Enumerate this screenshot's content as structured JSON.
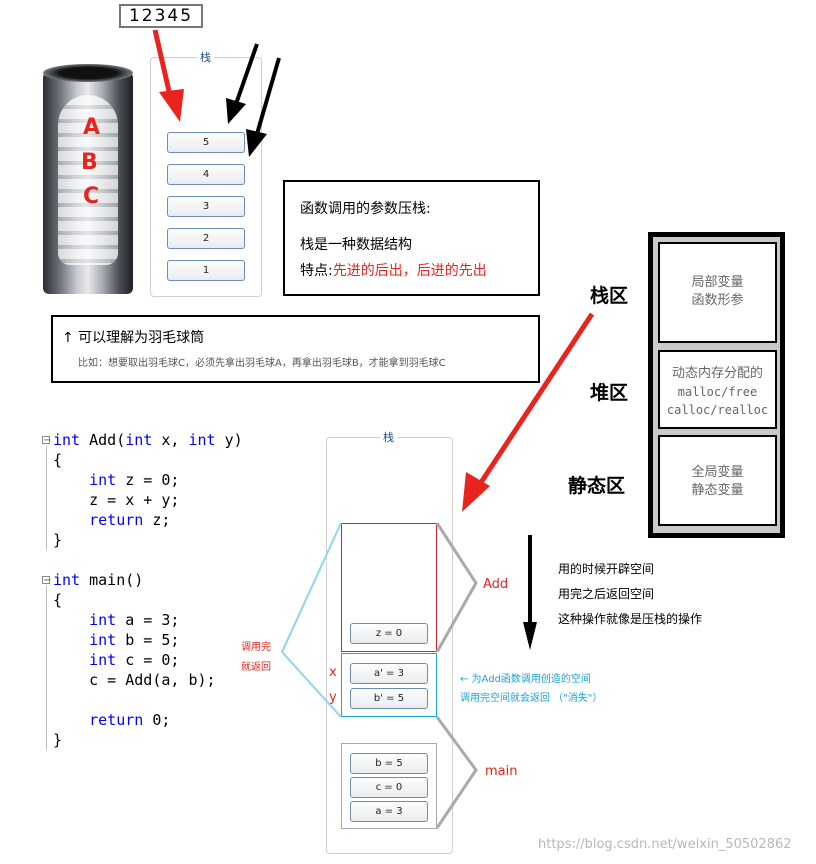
{
  "sequence_box": "12345",
  "tube": {
    "letters": [
      "A",
      "B",
      "C"
    ]
  },
  "top_stack": {
    "title": "栈",
    "items": [
      "5",
      "4",
      "3",
      "2",
      "1"
    ]
  },
  "desc_box": {
    "title": "函数调用的参数压栈:",
    "line1": "栈是一种数据结构",
    "feature_label": "特点:",
    "feature_value": "先进的后出，后进的先出"
  },
  "shuttle_box": {
    "headline": "↑ 可以理解为羽毛球筒",
    "example": "比如：想要取出羽毛球C，必须先拿出羽毛球A，再拿出羽毛球B，才能拿到羽毛球C"
  },
  "memory": {
    "regions": [
      {
        "name": "栈区",
        "content": [
          "局部变量",
          "函数形参"
        ]
      },
      {
        "name": "堆区",
        "content": [
          "动态内存分配的",
          "malloc/free",
          "calloc/realloc"
        ]
      },
      {
        "name": "静态区",
        "content": [
          "全局变量",
          "静态变量"
        ]
      }
    ]
  },
  "code": {
    "add_fn": [
      "int Add(int x, int y)",
      "{",
      "    int z = 0;",
      "    z = x + y;",
      "    return z;",
      "}"
    ],
    "main_fn": [
      "int main()",
      "{",
      "    int a = 3;",
      "    int b = 5;",
      "    int c = 0;",
      "    c = Add(a, b);",
      "",
      "    return 0;",
      "}"
    ]
  },
  "bottom_stack": {
    "title": "栈",
    "add_frame_items": [
      "z = 0"
    ],
    "param_items": [
      "a' = 3",
      "b' = 5"
    ],
    "param_labels": [
      "x",
      "y"
    ],
    "main_frame_items": [
      "b = 5",
      "c = 0",
      "a = 3"
    ],
    "add_label": "Add",
    "main_label": "main"
  },
  "returned_note": [
    "调用完",
    "就返回"
  ],
  "push_notes": [
    "用的时候开辟空间",
    "用完之后返回空间",
    "这种操作就像是压栈的操作"
  ],
  "space_note": [
    "← 为Add函数调用创造的空间",
    "调用完空间就会返回 （\"消失\"）"
  ],
  "watermark": "https://blog.csdn.net/weixin_50502862"
}
